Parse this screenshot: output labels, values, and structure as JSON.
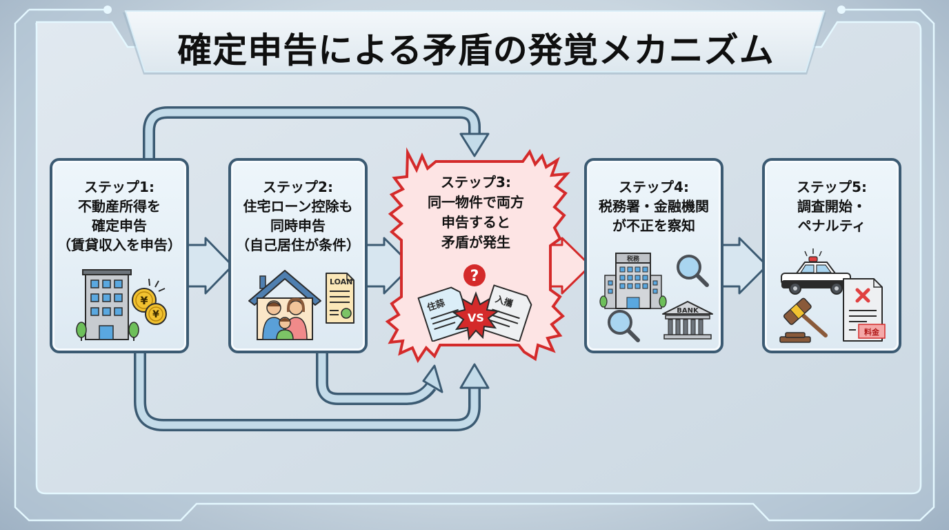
{
  "title": "確定申告による矛盾の発覚メカニズム",
  "colors": {
    "card_border": "#3b5a72",
    "card_fill": "#e6f0f7",
    "arrow_fill": "#c3dbe9",
    "arrow_stroke": "#3b5a72",
    "conflict_stroke": "#d42a2a",
    "conflict_fill": "#fde4e4",
    "frame_glow": "#dff7ff"
  },
  "steps": [
    {
      "heading": "ステップ1:",
      "lines": [
        "不動産所得を",
        "確定申告",
        "（賃貸収入を申告）"
      ],
      "icons": [
        "apartment-building-icon",
        "yen-coins-icon"
      ]
    },
    {
      "heading": "ステップ2:",
      "lines": [
        "住宅ローン控除も",
        "同時申告",
        "（自己居住が条件）"
      ],
      "icons": [
        "family-house-icon",
        "loan-document-icon"
      ],
      "document_label": "LOAN"
    },
    {
      "heading": "ステップ3:",
      "lines": [
        "同一物件で両方",
        "申告すると",
        "矛盾が発生"
      ],
      "icons": [
        "question-mark-icon",
        "document-conflict-icon",
        "vs-burst-icon"
      ],
      "question_mark": "?",
      "vs_label": "VS",
      "doc_left_label": "住蒜",
      "doc_right_label": "入攜"
    },
    {
      "heading": "ステップ4:",
      "lines": [
        "税務署・金融機関",
        "が不正を察知"
      ],
      "icons": [
        "tax-office-building-icon",
        "magnifier-icon",
        "bank-icon"
      ],
      "building_label": "税務",
      "bank_label": "BANK"
    },
    {
      "heading": "ステップ5:",
      "lines": [
        "調査開始・",
        "ペナルティ"
      ],
      "icons": [
        "police-car-icon",
        "gavel-icon",
        "fine-document-icon"
      ],
      "fine_label": "料金"
    }
  ],
  "connectors": [
    {
      "from": "step1",
      "to": "step3",
      "route": "over-top"
    },
    {
      "from": "step1",
      "to": "step3",
      "route": "under-bottom"
    },
    {
      "from": "step2",
      "to": "step3",
      "route": "under-bottom"
    },
    {
      "from": "step1",
      "to": "step2",
      "route": "right-arrow"
    },
    {
      "from": "step2",
      "to": "step3",
      "route": "right-arrow"
    },
    {
      "from": "step3",
      "to": "step4",
      "route": "right-arrow-red"
    },
    {
      "from": "step4",
      "to": "step5",
      "route": "right-arrow"
    }
  ]
}
